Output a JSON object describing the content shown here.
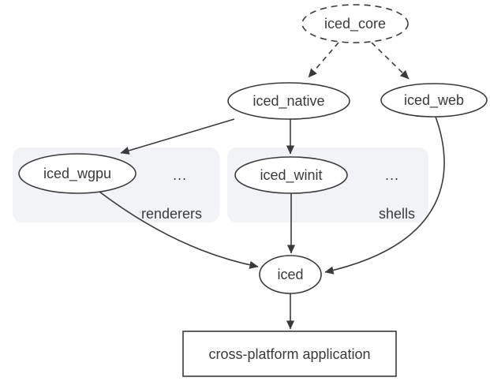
{
  "diagram": {
    "description": "Dependency diagram of the iced GUI library ecosystem",
    "nodes": {
      "iced_core": {
        "label": "iced_core",
        "shape": "ellipse",
        "border": "dashed"
      },
      "iced_native": {
        "label": "iced_native",
        "shape": "ellipse",
        "border": "solid"
      },
      "iced_web": {
        "label": "iced_web",
        "shape": "ellipse",
        "border": "solid"
      },
      "iced_wgpu": {
        "label": "iced_wgpu",
        "shape": "ellipse",
        "border": "solid"
      },
      "iced_winit": {
        "label": "iced_winit",
        "shape": "ellipse",
        "border": "solid"
      },
      "iced": {
        "label": "iced",
        "shape": "ellipse",
        "border": "solid"
      },
      "application": {
        "label": "cross-platform application",
        "shape": "rectangle",
        "border": "solid"
      }
    },
    "groups": {
      "renderers": {
        "label": "renderers",
        "more": "..."
      },
      "shells": {
        "label": "shells",
        "more": "..."
      }
    },
    "edges": [
      {
        "from": "iced_core",
        "to": "iced_native",
        "style": "dashed"
      },
      {
        "from": "iced_core",
        "to": "iced_web",
        "style": "dashed"
      },
      {
        "from": "iced_native",
        "to": "iced_wgpu",
        "style": "solid"
      },
      {
        "from": "iced_native",
        "to": "iced_winit",
        "style": "solid"
      },
      {
        "from": "iced_wgpu",
        "to": "iced",
        "style": "solid"
      },
      {
        "from": "iced_winit",
        "to": "iced",
        "style": "solid"
      },
      {
        "from": "iced_web",
        "to": "iced",
        "style": "solid"
      },
      {
        "from": "iced",
        "to": "application",
        "style": "solid"
      }
    ],
    "colors": {
      "background": "#ffffff",
      "line": "#3a3a3a",
      "text": "#3a3a3a",
      "group_fill": "#f1f3f6",
      "group_label": "#1a73e8"
    }
  }
}
